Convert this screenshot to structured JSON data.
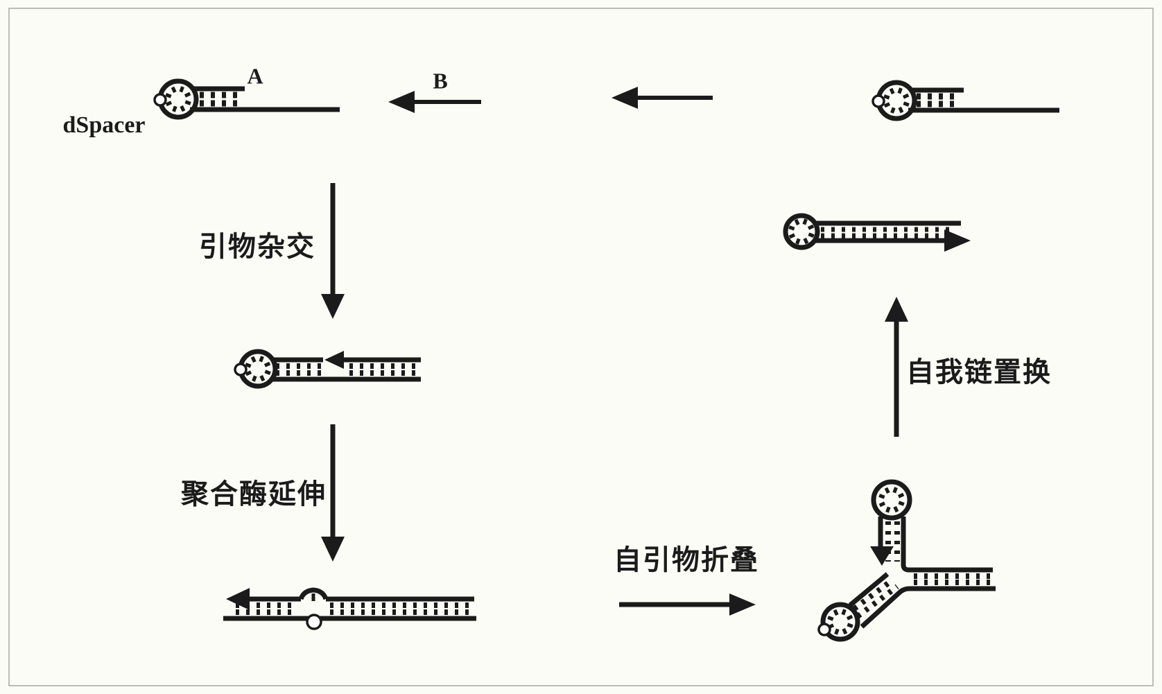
{
  "colors": {
    "background": "#fcfcf6",
    "ink": "#1b1b1b",
    "frame": "#a6a6a6",
    "dspacer_dot_fill": "#ffffff"
  },
  "labels": {
    "dspacer": "dSpacer",
    "strand_a": "A",
    "primer_b": "B",
    "step_hybridization": "引物杂交",
    "step_extension": "聚合酶延伸",
    "step_folding": "自引物折叠",
    "step_displacement": "自我链置换"
  },
  "structures": [
    {
      "name": "hairpin-template-with-tail",
      "position": "top-left"
    },
    {
      "name": "primer-b-arrow",
      "position": "top-middle"
    },
    {
      "name": "hairpin-template-with-tail",
      "position": "top-right"
    },
    {
      "name": "primer-annealed-hairpin-duplex",
      "position": "middle-left"
    },
    {
      "name": "fully-extended-duplex-with-dspacer",
      "position": "bottom-left"
    },
    {
      "name": "three-way-junction-self-primer",
      "position": "bottom-right"
    },
    {
      "name": "displaced-hairpin-product",
      "position": "middle-right"
    }
  ]
}
